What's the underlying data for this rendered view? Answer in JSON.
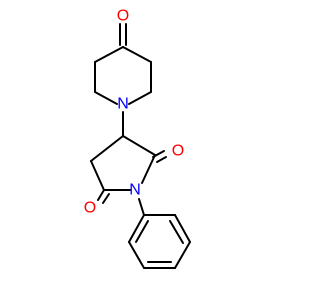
{
  "molecule": {
    "colors": {
      "bond": "#000000",
      "oxygen": "#ff0000",
      "nitrogen": "#0000ff"
    },
    "atoms": {
      "o_ketone": "O",
      "n_piperidine": "N",
      "o_imide_right": "O",
      "o_imide_left": "O",
      "n_imide": "N"
    }
  }
}
